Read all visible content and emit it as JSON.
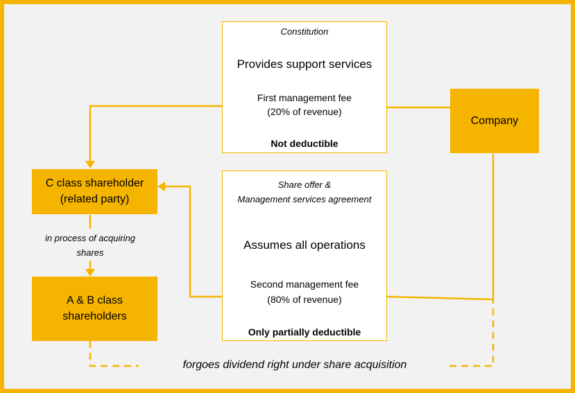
{
  "colors": {
    "accent": "#F5B400",
    "background": "#F2F2F2",
    "frame": "#F5B400"
  },
  "top_box": {
    "document": "Constitution",
    "service": "Provides support services",
    "fee_line1": "First management fee",
    "fee_line2": "(20% of revenue)",
    "deductibility": "Not deductible"
  },
  "bottom_box": {
    "document_line1": "Share offer &",
    "document_line2": "Management services agreement",
    "service": "Assumes all operations",
    "fee_line1": "Second management fee",
    "fee_line2": "(80% of revenue)",
    "deductibility": "Only partially deductible"
  },
  "company": {
    "label": "Company"
  },
  "c_class": {
    "line1": "C class shareholder",
    "line2": "(related party)"
  },
  "ab_class": {
    "line1": "A & B class",
    "line2": "shareholders"
  },
  "acquiring_label": {
    "line1": "in process of acquiring",
    "line2": "shares"
  },
  "dividend_label": "forgoes dividend right under share acquisition"
}
